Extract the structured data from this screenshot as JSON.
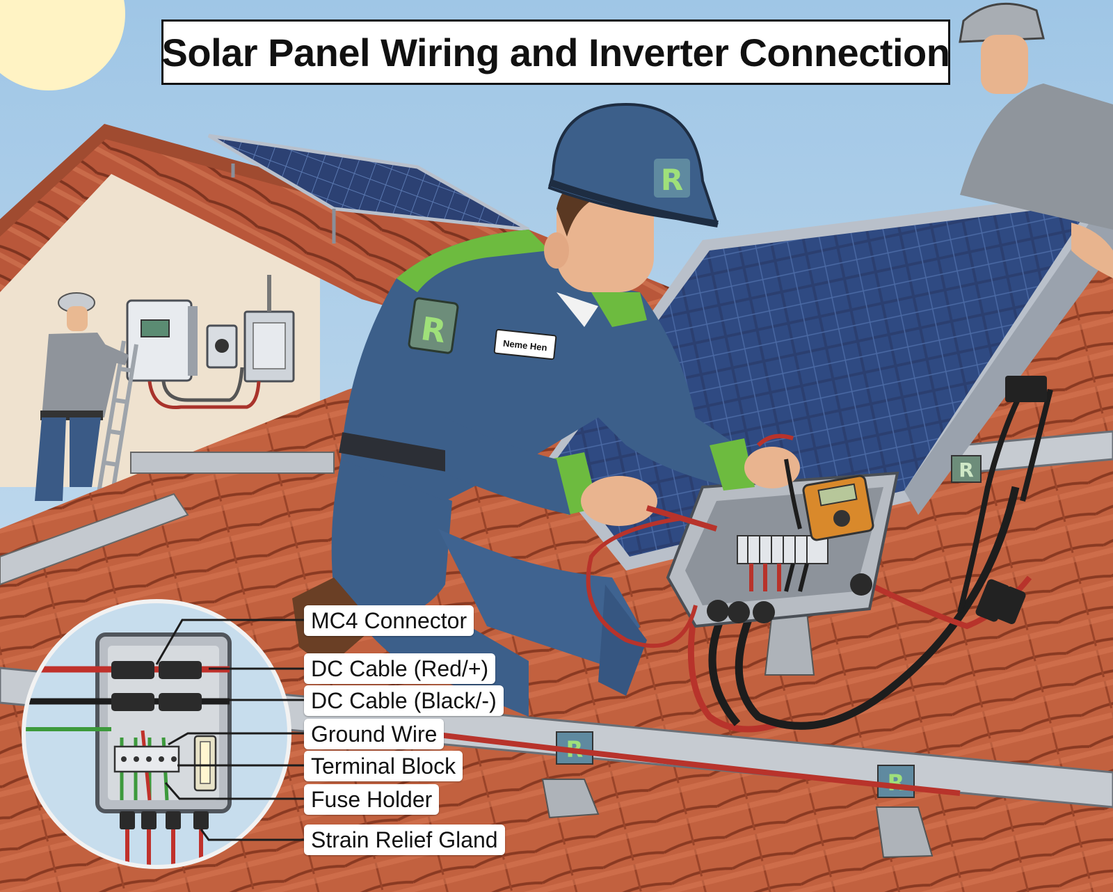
{
  "title": "Solar Panel Wiring and Inverter Connection",
  "badge_letter": "R",
  "name_tag": "Neme Hen",
  "callouts": [
    {
      "label": "MC4 Connector"
    },
    {
      "label": "DC Cable (Red/+)"
    },
    {
      "label": "DC Cable (Black/-)"
    },
    {
      "label": "Ground Wire"
    },
    {
      "label": "Terminal Block"
    },
    {
      "label": "Fuse Holder"
    },
    {
      "label": "Strain Relief Gland"
    }
  ],
  "colors": {
    "sky": "#a9cbe6",
    "roof_tile": "#c1603f",
    "uniform": "#3c5f8a",
    "accent_green": "#6dbb3f",
    "panel": "#2a3d6b",
    "cable_red": "#c0312b",
    "cable_black": "#1d1d1d"
  }
}
